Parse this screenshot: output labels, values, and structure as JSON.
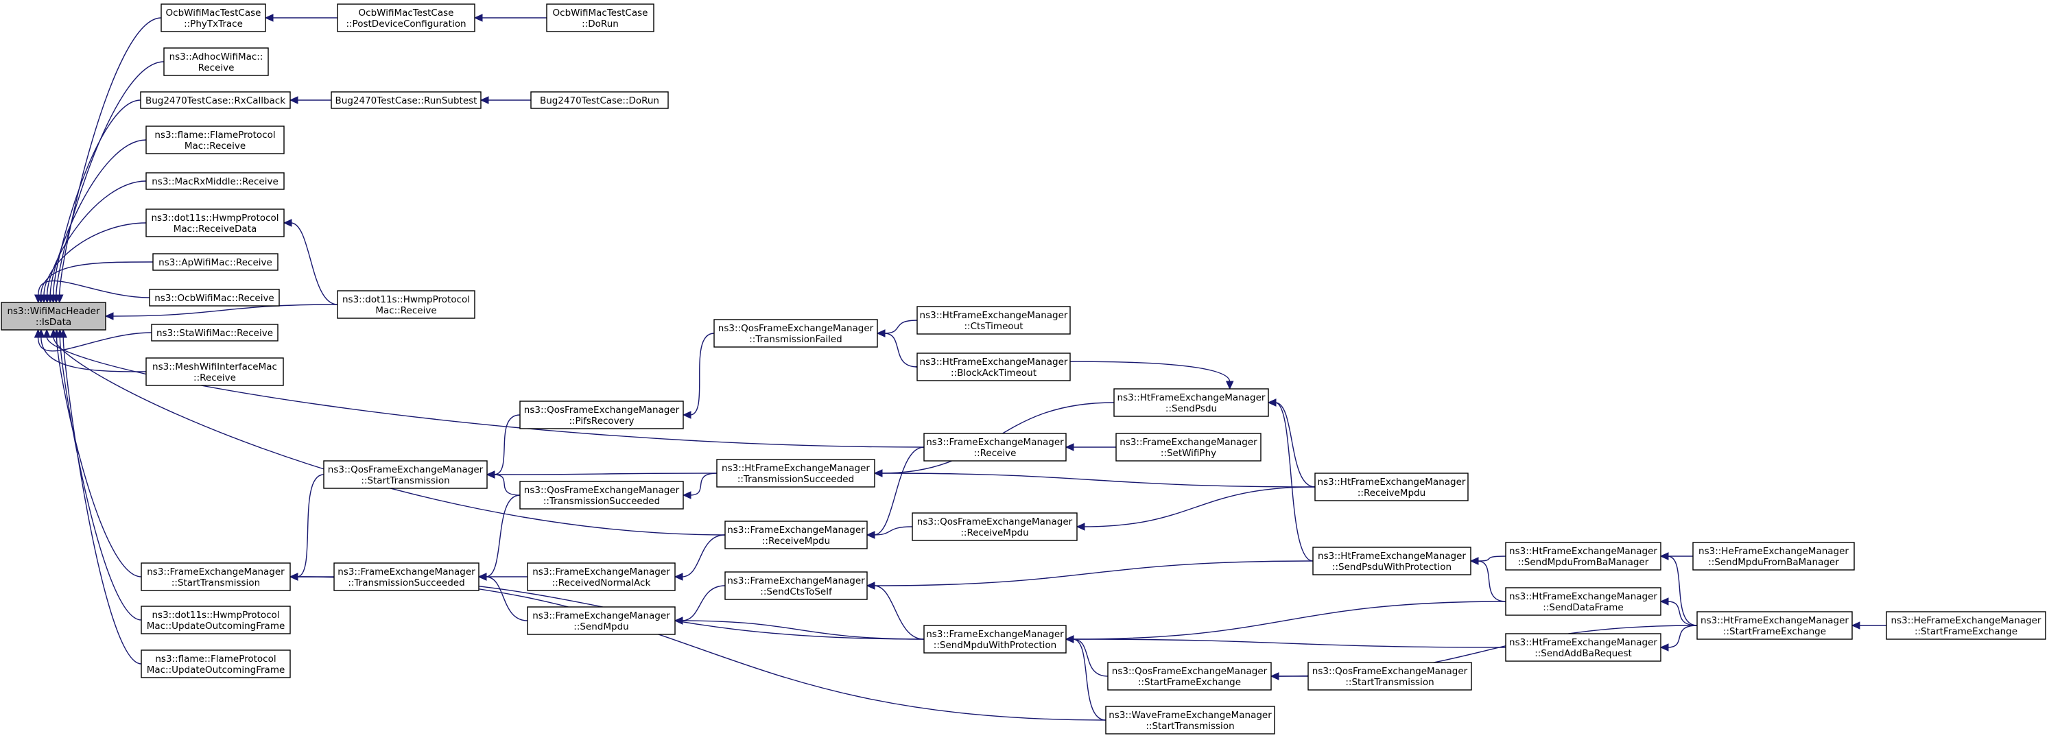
{
  "graph": {
    "colors": {
      "edge": "#191970",
      "node_border": "#000000",
      "root_fill": "#bfbfbf",
      "node_fill": "#ffffff"
    },
    "nodes": [
      {
        "id": "root",
        "lines": [
          "ns3::WifiMacHeader",
          "::IsData"
        ],
        "root": true
      },
      {
        "id": "ocb_phytx",
        "lines": [
          "OcbWifiMacTestCase",
          "::PhyTxTrace"
        ]
      },
      {
        "id": "ocb_postdev",
        "lines": [
          "OcbWifiMacTestCase",
          "::PostDeviceConfiguration"
        ]
      },
      {
        "id": "ocb_dorun",
        "lines": [
          "OcbWifiMacTestCase",
          "::DoRun"
        ]
      },
      {
        "id": "adhoc_recv",
        "lines": [
          "ns3::AdhocWifiMac::",
          "Receive"
        ]
      },
      {
        "id": "bug_rx",
        "lines": [
          "Bug2470TestCase::RxCallback"
        ]
      },
      {
        "id": "bug_runsub",
        "lines": [
          "Bug2470TestCase::RunSubtest"
        ]
      },
      {
        "id": "bug_dorun",
        "lines": [
          "Bug2470TestCase::DoRun"
        ]
      },
      {
        "id": "flame_recv",
        "lines": [
          "ns3::flame::FlameProtocol",
          "Mac::Receive"
        ]
      },
      {
        "id": "macrx_recv",
        "lines": [
          "ns3::MacRxMiddle::Receive"
        ]
      },
      {
        "id": "hwmp_recvdata",
        "lines": [
          "ns3::dot11s::HwmpProtocol",
          "Mac::ReceiveData"
        ]
      },
      {
        "id": "ap_recv",
        "lines": [
          "ns3::ApWifiMac::Receive"
        ]
      },
      {
        "id": "ocbmac_recv",
        "lines": [
          "ns3::OcbWifiMac::Receive"
        ]
      },
      {
        "id": "sta_recv",
        "lines": [
          "ns3::StaWifiMac::Receive"
        ]
      },
      {
        "id": "mesh_recv",
        "lines": [
          "ns3::MeshWifiInterfaceMac",
          "::Receive"
        ]
      },
      {
        "id": "hwmp_recv",
        "lines": [
          "ns3::dot11s::HwmpProtocol",
          "Mac::Receive"
        ]
      },
      {
        "id": "fem_start",
        "lines": [
          "ns3::FrameExchangeManager",
          "::StartTransmission"
        ]
      },
      {
        "id": "hwmp_upd",
        "lines": [
          "ns3::dot11s::HwmpProtocol",
          "Mac::UpdateOutcomingFrame"
        ]
      },
      {
        "id": "flame_upd",
        "lines": [
          "ns3::flame::FlameProtocol",
          "Mac::UpdateOutcomingFrame"
        ]
      },
      {
        "id": "qfem_start",
        "lines": [
          "ns3::QosFrameExchangeManager",
          "::StartTransmission"
        ]
      },
      {
        "id": "fem_txsucc",
        "lines": [
          "ns3::FrameExchangeManager",
          "::TransmissionSucceeded"
        ]
      },
      {
        "id": "qfem_pifs",
        "lines": [
          "ns3::QosFrameExchangeManager",
          "::PifsRecovery"
        ]
      },
      {
        "id": "qfem_txsucc",
        "lines": [
          "ns3::QosFrameExchangeManager",
          "::TransmissionSucceeded"
        ]
      },
      {
        "id": "fem_rnack",
        "lines": [
          "ns3::FrameExchangeManager",
          "::ReceivedNormalAck"
        ]
      },
      {
        "id": "fem_sendmpdu",
        "lines": [
          "ns3::FrameExchangeManager",
          "::SendMpdu"
        ]
      },
      {
        "id": "qfem_txfail",
        "lines": [
          "ns3::QosFrameExchangeManager",
          "::TransmissionFailed"
        ]
      },
      {
        "id": "htfem_txsucc",
        "lines": [
          "ns3::HtFrameExchangeManager",
          "::TransmissionSucceeded"
        ]
      },
      {
        "id": "fem_recvmpdu",
        "lines": [
          "ns3::FrameExchangeManager",
          "::ReceiveMpdu"
        ]
      },
      {
        "id": "fem_cts",
        "lines": [
          "ns3::FrameExchangeManager",
          "::SendCtsToSelf"
        ]
      },
      {
        "id": "htfem_ctsto",
        "lines": [
          "ns3::HtFrameExchangeManager",
          "::CtsTimeout"
        ]
      },
      {
        "id": "htfem_baTo",
        "lines": [
          "ns3::HtFrameExchangeManager",
          "::BlockAckTimeout"
        ]
      },
      {
        "id": "fem_receive",
        "lines": [
          "ns3::FrameExchangeManager",
          "::Receive"
        ]
      },
      {
        "id": "qfem_recvmpdu",
        "lines": [
          "ns3::QosFrameExchangeManager",
          "::ReceiveMpdu"
        ]
      },
      {
        "id": "fem_smwp",
        "lines": [
          "ns3::FrameExchangeManager",
          "::SendMpduWithProtection"
        ]
      },
      {
        "id": "qfem_sfe",
        "lines": [
          "ns3::QosFrameExchangeManager",
          "::StartFrameExchange"
        ]
      },
      {
        "id": "wfem_start",
        "lines": [
          "ns3::WaveFrameExchangeManager",
          "::StartTransmission"
        ]
      },
      {
        "id": "htfem_sendpsdu",
        "lines": [
          "ns3::HtFrameExchangeManager",
          "::SendPsdu"
        ]
      },
      {
        "id": "fem_setphy",
        "lines": [
          "ns3::FrameExchangeManager",
          "::SetWifiPhy"
        ]
      },
      {
        "id": "htfem_recvmpdu",
        "lines": [
          "ns3::HtFrameExchangeManager",
          "::ReceiveMpdu"
        ]
      },
      {
        "id": "htfem_spwp",
        "lines": [
          "ns3::HtFrameExchangeManager",
          "::SendPsduWithProtection"
        ]
      },
      {
        "id": "qfem_start2",
        "lines": [
          "ns3::QosFrameExchangeManager",
          "::StartTransmission"
        ]
      },
      {
        "id": "htfem_smfba",
        "lines": [
          "ns3::HtFrameExchangeManager",
          "::SendMpduFromBaManager"
        ]
      },
      {
        "id": "htfem_sdf",
        "lines": [
          "ns3::HtFrameExchangeManager",
          "::SendDataFrame"
        ]
      },
      {
        "id": "htfem_saba",
        "lines": [
          "ns3::HtFrameExchangeManager",
          "::SendAddBaRequest"
        ]
      },
      {
        "id": "hefem_smfba",
        "lines": [
          "ns3::HeFrameExchangeManager",
          "::SendMpduFromBaManager"
        ]
      },
      {
        "id": "htfem_sfe",
        "lines": [
          "ns3::HtFrameExchangeManager",
          "::StartFrameExchange"
        ]
      },
      {
        "id": "hefem_sfe",
        "lines": [
          "ns3::HeFrameExchangeManager",
          "::StartFrameExchange"
        ]
      }
    ],
    "edges": [
      [
        "ocb_phytx",
        "root"
      ],
      [
        "adhoc_recv",
        "root"
      ],
      [
        "bug_rx",
        "root"
      ],
      [
        "flame_recv",
        "root"
      ],
      [
        "macrx_recv",
        "root"
      ],
      [
        "hwmp_recvdata",
        "root"
      ],
      [
        "ap_recv",
        "root"
      ],
      [
        "ocbmac_recv",
        "root"
      ],
      [
        "sta_recv",
        "root"
      ],
      [
        "mesh_recv",
        "root"
      ],
      [
        "hwmp_recv",
        "root"
      ],
      [
        "fem_start",
        "root"
      ],
      [
        "hwmp_upd",
        "root"
      ],
      [
        "flame_upd",
        "root"
      ],
      [
        "fem_receive",
        "root"
      ],
      [
        "fem_recvmpdu",
        "root"
      ],
      [
        "ocb_postdev",
        "ocb_phytx"
      ],
      [
        "ocb_dorun",
        "ocb_postdev"
      ],
      [
        "bug_runsub",
        "bug_rx"
      ],
      [
        "bug_dorun",
        "bug_runsub"
      ],
      [
        "hwmp_recv",
        "hwmp_recvdata"
      ],
      [
        "qfem_start",
        "fem_start"
      ],
      [
        "fem_txsucc",
        "fem_start"
      ],
      [
        "fem_smwp",
        "fem_start"
      ],
      [
        "wfem_start",
        "fem_start"
      ],
      [
        "qfem_pifs",
        "qfem_start"
      ],
      [
        "htfem_txsucc",
        "qfem_start"
      ],
      [
        "qfem_txsucc",
        "qfem_start"
      ],
      [
        "qfem_txfail",
        "qfem_pifs"
      ],
      [
        "qfem_txsucc",
        "fem_txsucc"
      ],
      [
        "fem_rnack",
        "fem_txsucc"
      ],
      [
        "fem_sendmpdu",
        "fem_txsucc"
      ],
      [
        "htfem_txsucc",
        "qfem_txsucc"
      ],
      [
        "fem_recvmpdu",
        "fem_rnack"
      ],
      [
        "fem_cts",
        "fem_sendmpdu"
      ],
      [
        "fem_smwp",
        "fem_sendmpdu"
      ],
      [
        "htfem_ctsto",
        "qfem_txfail"
      ],
      [
        "htfem_baTo",
        "qfem_txfail"
      ],
      [
        "htfem_sendpsdu",
        "htfem_txsucc"
      ],
      [
        "htfem_recvmpdu",
        "htfem_txsucc"
      ],
      [
        "fem_receive",
        "fem_recvmpdu"
      ],
      [
        "qfem_recvmpdu",
        "fem_recvmpdu"
      ],
      [
        "fem_setphy",
        "fem_receive"
      ],
      [
        "htfem_recvmpdu",
        "qfem_recvmpdu"
      ],
      [
        "htfem_spwp",
        "fem_cts"
      ],
      [
        "fem_smwp",
        "fem_cts"
      ],
      [
        "qfem_sfe",
        "fem_smwp"
      ],
      [
        "wfem_start",
        "fem_smwp"
      ],
      [
        "htfem_sdf",
        "fem_smwp"
      ],
      [
        "htfem_saba",
        "fem_smwp"
      ],
      [
        "qfem_start2",
        "qfem_sfe"
      ],
      [
        "htfem_sfe",
        "qfem_sfe"
      ],
      [
        "htfem_baTo",
        "htfem_sendpsdu"
      ],
      [
        "htfem_recvmpdu",
        "htfem_sendpsdu"
      ],
      [
        "htfem_spwp",
        "htfem_sendpsdu"
      ],
      [
        "htfem_smfba",
        "htfem_spwp"
      ],
      [
        "htfem_sdf",
        "htfem_spwp"
      ],
      [
        "hefem_smfba",
        "htfem_smfba"
      ],
      [
        "htfem_sfe",
        "htfem_smfba"
      ],
      [
        "htfem_sfe",
        "htfem_sdf"
      ],
      [
        "htfem_sfe",
        "htfem_saba"
      ],
      [
        "hefem_sfe",
        "htfem_sfe"
      ]
    ]
  }
}
